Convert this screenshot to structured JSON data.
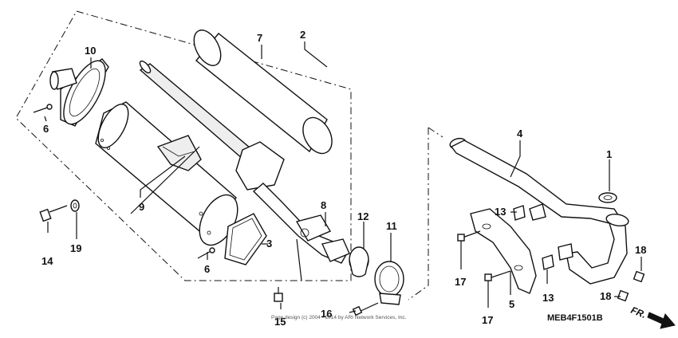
{
  "diagram": {
    "callouts": {
      "c1": "1",
      "c2": "2",
      "c3": "3",
      "c4": "4",
      "c5": "5",
      "c6a": "6",
      "c6b": "6",
      "c7": "7",
      "c8": "8",
      "c9": "9",
      "c10": "10",
      "c11": "11",
      "c12": "12",
      "c13a": "13",
      "c13b": "13",
      "c14": "14",
      "c15": "15",
      "c16": "16",
      "c17a": "17",
      "c17b": "17",
      "c18a": "18",
      "c18b": "18",
      "c19": "19"
    },
    "diagram_code": "MEB4F1501B",
    "direction_label": "FR.",
    "copyright": "Page design (c) 2004 - 2014 by ARI Network Services, Inc."
  }
}
